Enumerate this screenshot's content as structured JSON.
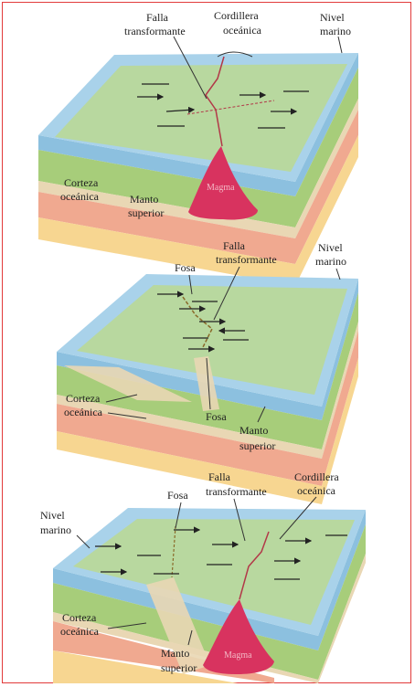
{
  "colors": {
    "frame": "#e23a3a",
    "sea_top": "#a9d2ea",
    "sea_side": "#8cc0df",
    "lithosphere_top": "#bcd98c",
    "lithosphere_side": "#a7cd7a",
    "crust": "#e9d7b4",
    "upper_mantle": "#f0a990",
    "mantle_base": "#f7d691",
    "magma": "#d8335f"
  },
  "panel1": {
    "label_transform_fault": [
      "Falla",
      "transformante"
    ],
    "label_ridge": [
      "Cordillera",
      "oceánica"
    ],
    "label_sea_level": [
      "Nivel",
      "marino"
    ],
    "label_crust": [
      "Corteza",
      "oceánica"
    ],
    "label_mantle": [
      "Manto",
      "superior"
    ],
    "label_magma": "Magma"
  },
  "panel2": {
    "label_trench_top": "Fosa",
    "label_transform_fault": [
      "Falla",
      "transformante"
    ],
    "label_sea_level": [
      "Nivel",
      "marino"
    ],
    "label_crust": [
      "Corteza",
      "oceánica"
    ],
    "label_trench_bottom": "Fosa",
    "label_mantle": [
      "Manto",
      "superior"
    ]
  },
  "panel3": {
    "label_sea_level": [
      "Nivel",
      "marino"
    ],
    "label_trench": "Fosa",
    "label_transform_fault": [
      "Falla",
      "transformante"
    ],
    "label_ridge": [
      "Cordillera",
      "oceánica"
    ],
    "label_crust": [
      "Corteza",
      "oceánica"
    ],
    "label_magma": "Magma",
    "label_mantle": [
      "Manto",
      "superior"
    ]
  }
}
